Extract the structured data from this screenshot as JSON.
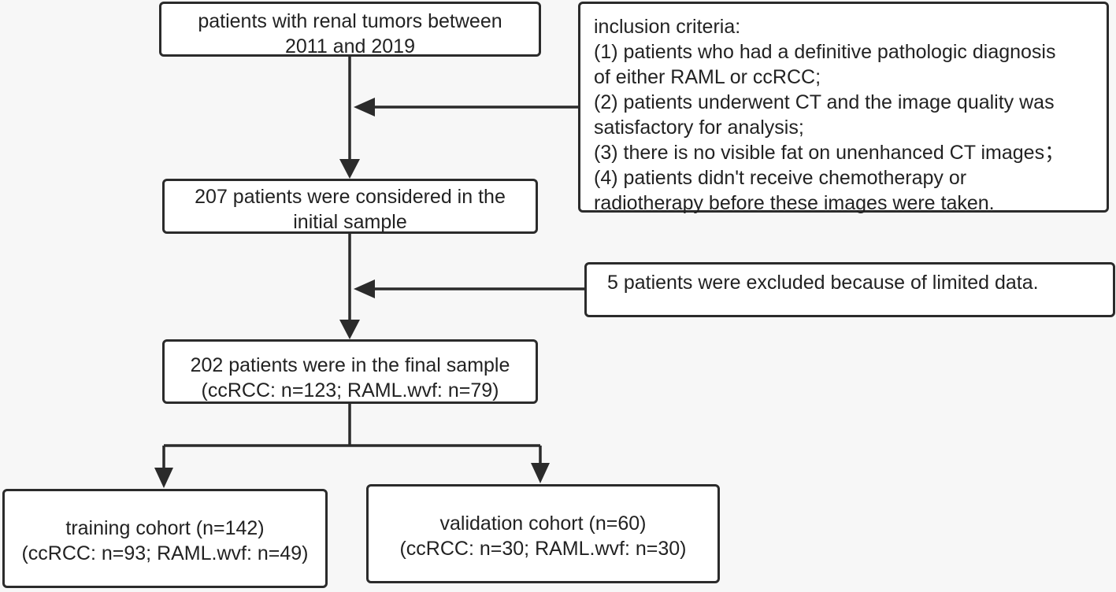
{
  "boxes": {
    "start": {
      "lines": [
        "patients  with renal tumors between",
        "2011 and 2019"
      ]
    },
    "inclusion": {
      "lines": [
        "inclusion criteria:",
        "(1) patients who had a definitive pathologic diagnosis",
        "of either RAML or ccRCC;",
        "(2) patients underwent CT and the image quality was",
        "satisfactory for analysis;",
        "(3) there is no visible fat on unenhanced CT images；",
        "(4) patients didn't receive chemotherapy or",
        "radiotherapy before these images were taken."
      ]
    },
    "initial": {
      "lines": [
        "207 patients were considered in the",
        "initial sample"
      ]
    },
    "excluded": {
      "lines": [
        "5 patients were excluded because of limited data."
      ]
    },
    "final": {
      "lines": [
        "202 patients were in the final sample",
        "(ccRCC: n=123; RAML.wvf: n=79)"
      ]
    },
    "training": {
      "lines": [
        "training cohort (n=142)",
        "(ccRCC: n=93; RAML.wvf: n=49)"
      ]
    },
    "validation": {
      "lines": [
        "validation cohort (n=60)",
        "(ccRCC: n=30; RAML.wvf: n=30)"
      ]
    }
  }
}
